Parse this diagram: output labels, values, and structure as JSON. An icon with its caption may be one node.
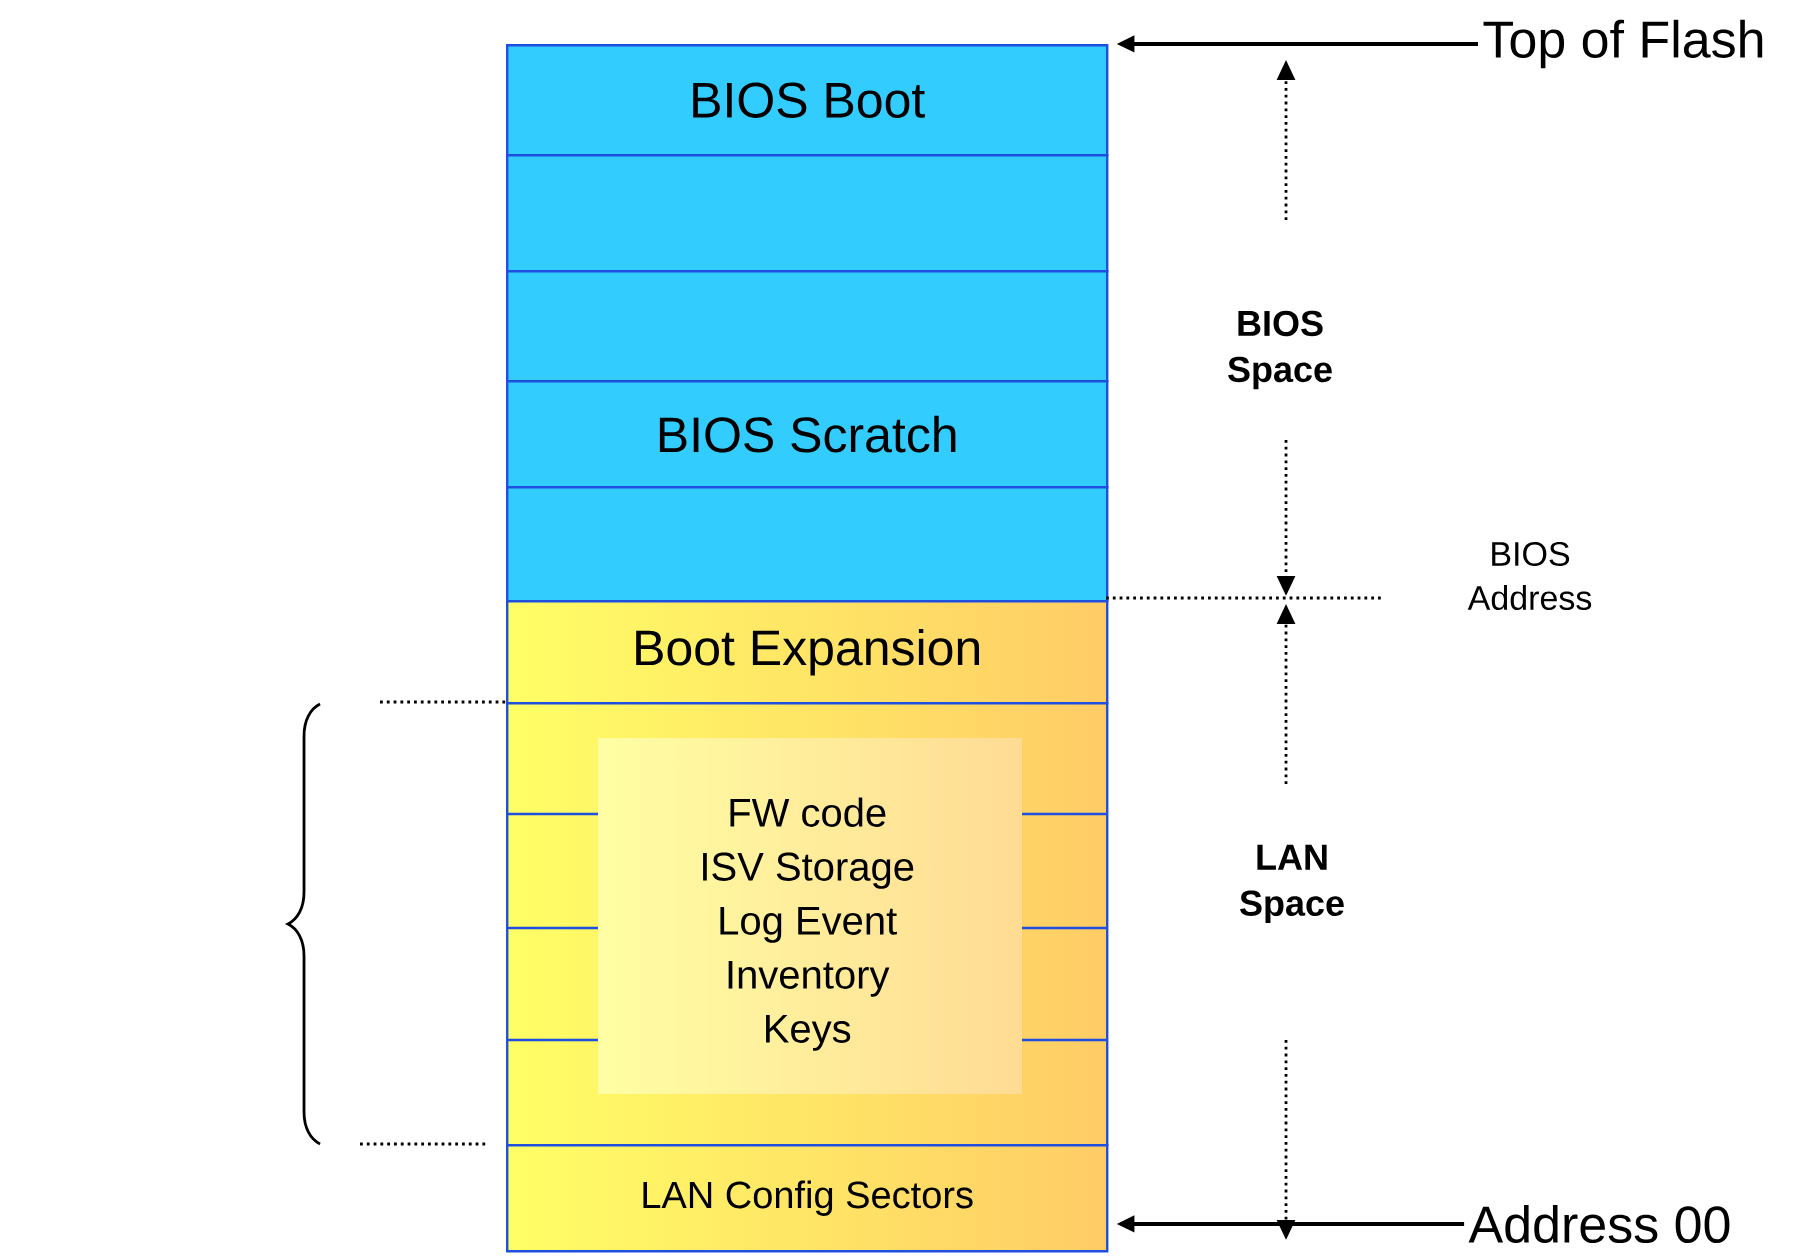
{
  "diagram": {
    "nodes": [
      {
        "text": [
          "BIOS Boot"
        ]
      },
      {
        "text": [],
        "shape": "box"
      },
      {
        "text": [],
        "shape": "box"
      },
      {
        "text": [
          "BIOS Scratch"
        ]
      },
      {
        "text": [],
        "shape": "box"
      },
      {
        "text": [
          "Boot Expansion"
        ]
      },
      {
        "text": [
          "FW code",
          "ISV Storage",
          "Log Event",
          "Inventory",
          "Keys"
        ]
      },
      {
        "text": [
          "LAN Config Sectors"
        ]
      },
      {
        "text": [
          "Top of Flash"
        ]
      },
      {
        "text": [
          "Address 00"
        ]
      }
    ],
    "edges": [
      {
        "from": 8,
        "to": 0,
        "arrow": "to"
      },
      {
        "from": 9,
        "to": 7,
        "arrow": "to"
      }
    ],
    "labels": [
      "BIOS Space",
      "BIOS Address",
      "LAN Space"
    ]
  }
}
